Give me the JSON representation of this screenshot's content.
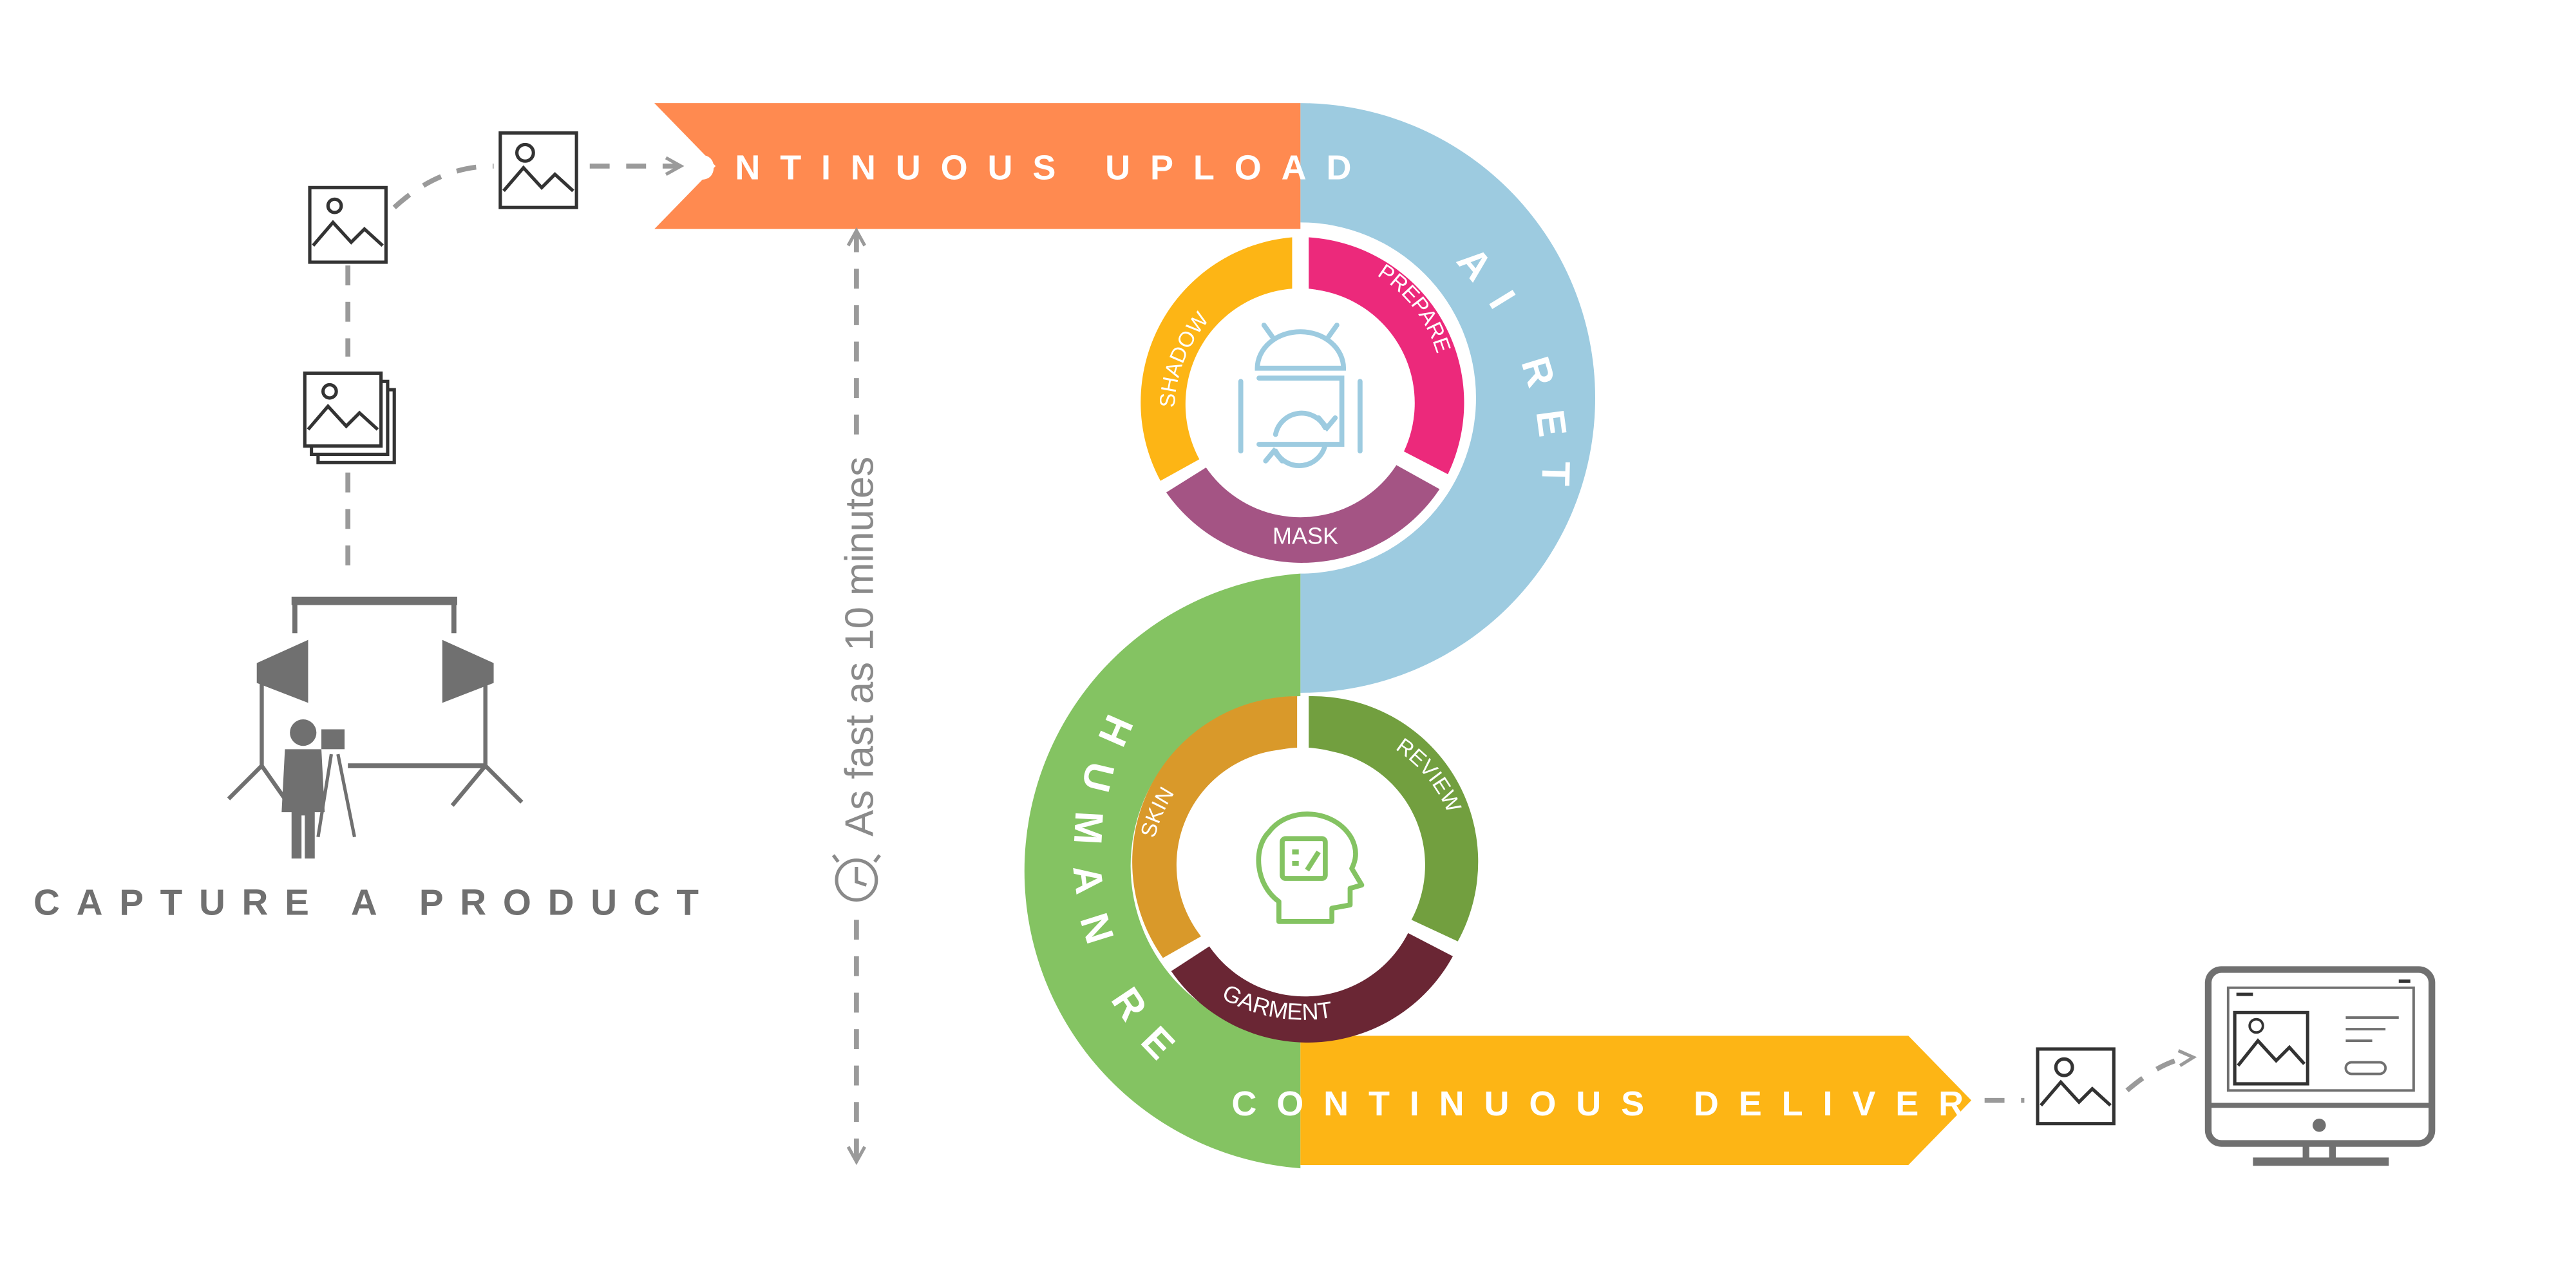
{
  "banners": {
    "upload": "CONTINUOUS UPLOAD",
    "delivery": "CONTINUOUS DELIVERY"
  },
  "arcs": {
    "ai": "AI RETOUCH",
    "human": "HUMAN RETOUCH"
  },
  "ai_ring": {
    "shadow": "SHADOW",
    "prepare": "PREPARE",
    "mask": "MASK"
  },
  "human_ring": {
    "skin": "SKIN",
    "review": "REVIEW",
    "garment": "GARMENT"
  },
  "capture": "CAPTURE A PRODUCT",
  "timing": "As fast as 10 minutes",
  "colors": {
    "upload": "#FF8A50",
    "ai": "#9DCBE0",
    "human": "#84C362",
    "delivery": "#FDB515",
    "shadow": "#FDB515",
    "prepare": "#EC297B",
    "mask": "#A45484",
    "skin": "#D9992A",
    "review": "#729F3F",
    "garment": "#6A2634",
    "icon_gray": "#707070"
  },
  "icons": [
    "image-icon",
    "image-stack-icon",
    "photo-studio-icon",
    "android-sync-icon",
    "head-gear-icon",
    "monitor-icon",
    "clock-icon"
  ]
}
